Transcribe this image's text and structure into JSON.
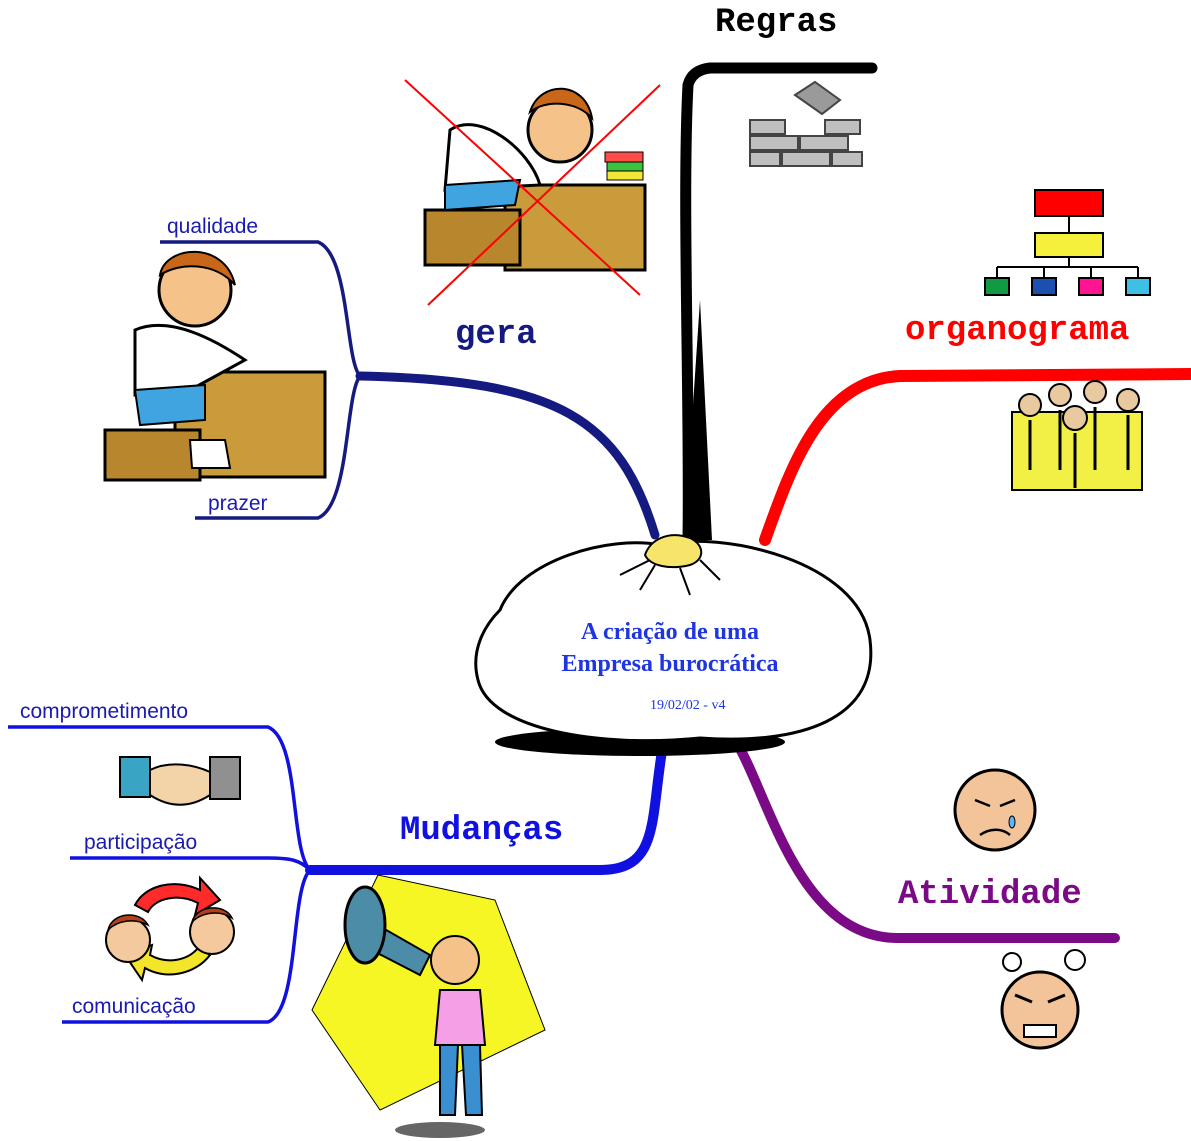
{
  "center": {
    "title_line1": "A criação de uma",
    "title_line2": "Empresa burocrática",
    "date": "19/02/02 - v4"
  },
  "branches": {
    "regras": {
      "label": "Regras",
      "color": "#000000"
    },
    "organograma": {
      "label": "organograma",
      "color": "#ff0000"
    },
    "atividade": {
      "label": "Atividade",
      "color": "#7a0a85"
    },
    "mudancas": {
      "label": "Mudanças",
      "color": "#1010e0"
    },
    "gera": {
      "label": "gera",
      "color": "#141a80"
    }
  },
  "subbranches": {
    "qualidade": "qualidade",
    "prazer": "prazer",
    "comprometimento": "comprometimento",
    "participacao": "participação",
    "comunicacao": "comunicação"
  },
  "icons": [
    "crossed-out-student-icon",
    "brick-wall-icon",
    "org-chart-icon",
    "businessmen-group-icon",
    "writing-student-icon",
    "handshake-icon",
    "communication-cycle-icon",
    "megaphone-girl-icon",
    "crying-face-icon",
    "angry-face-icon"
  ]
}
